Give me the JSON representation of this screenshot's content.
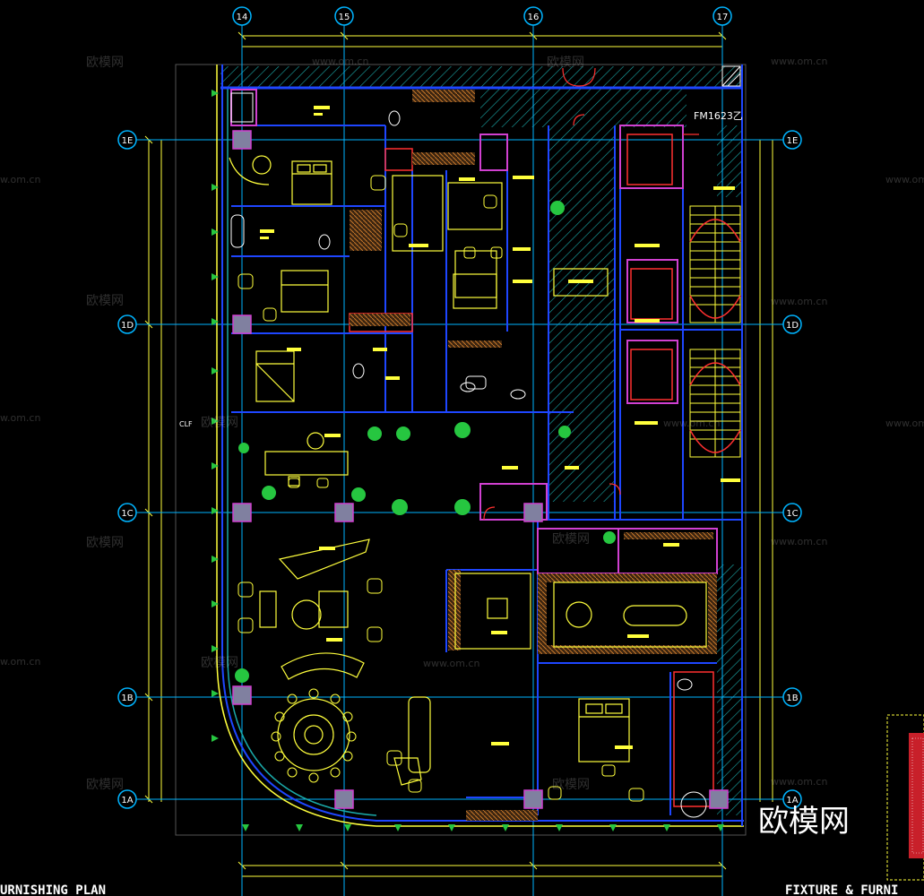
{
  "drawing": {
    "grid_top": [
      "14",
      "15",
      "16",
      "17"
    ],
    "grid_left": [
      "1E",
      "1D",
      "1C",
      "1B",
      "1A"
    ],
    "grid_right": [
      "1E",
      "1D",
      "1C",
      "1B",
      "1A"
    ],
    "room_tag": "FM1623乙",
    "side_tag": "CLF",
    "title_left": "URNISHING PLAN",
    "title_right": "FIXTURE & FURNI"
  },
  "watermarks": {
    "cn_text": "欧模网",
    "url_text": "www.om.cn",
    "url_partial": "w.om.cn",
    "brand": "欧模网"
  },
  "colors": {
    "background": "#000000",
    "wall_blue": "#1e46ff",
    "grid_cyan": "#00b4ff",
    "furniture_yellow": "#ffff3c",
    "hatch_cyan": "#1aa8a8",
    "wall_magenta": "#d040d0",
    "wall_red": "#ff3030",
    "plant_green": "#26c640",
    "cabinet_orange": "#c8782a"
  }
}
